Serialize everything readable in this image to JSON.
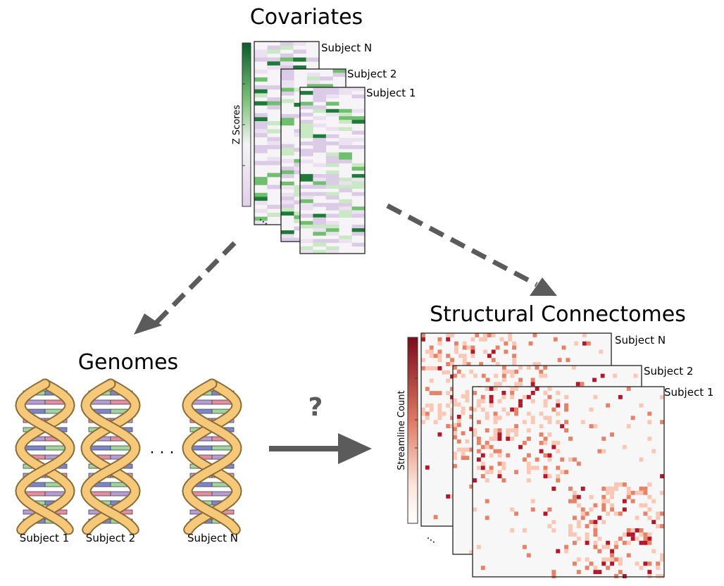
{
  "covariates": {
    "title": "Covariates",
    "colorbar_label": "Z Scores",
    "subject_labels": [
      "Subject N",
      "Subject 2",
      "Subject 1"
    ],
    "ellipsis": "...",
    "colors": {
      "high": "#0b5d2a",
      "mid": "#f4f4f4",
      "low": "#e2d0ea"
    }
  },
  "genomes": {
    "title": "Genomes",
    "subject_labels": [
      "Subject 1",
      "Subject 2",
      "Subject N"
    ],
    "ellipsis": "· · ·",
    "colors": {
      "backbone": "#f6c97a",
      "backbone_dark": "#a58448",
      "green": "#9fd49a",
      "purple": "#b79bd3",
      "blue": "#7d86cc",
      "pink": "#e48ca0"
    }
  },
  "relation": {
    "question_mark": "?"
  },
  "connectomes": {
    "title": "Structural Connectomes",
    "colorbar_label": "Streamline Count",
    "subject_labels": [
      "Subject N",
      "Subject 2",
      "Subject 1"
    ],
    "ellipsis": "...",
    "colors": {
      "high": "#7a0b1c",
      "low": "#ffffff",
      "cell": "#d9634f"
    }
  },
  "arrow_color": "#5b5b5b"
}
